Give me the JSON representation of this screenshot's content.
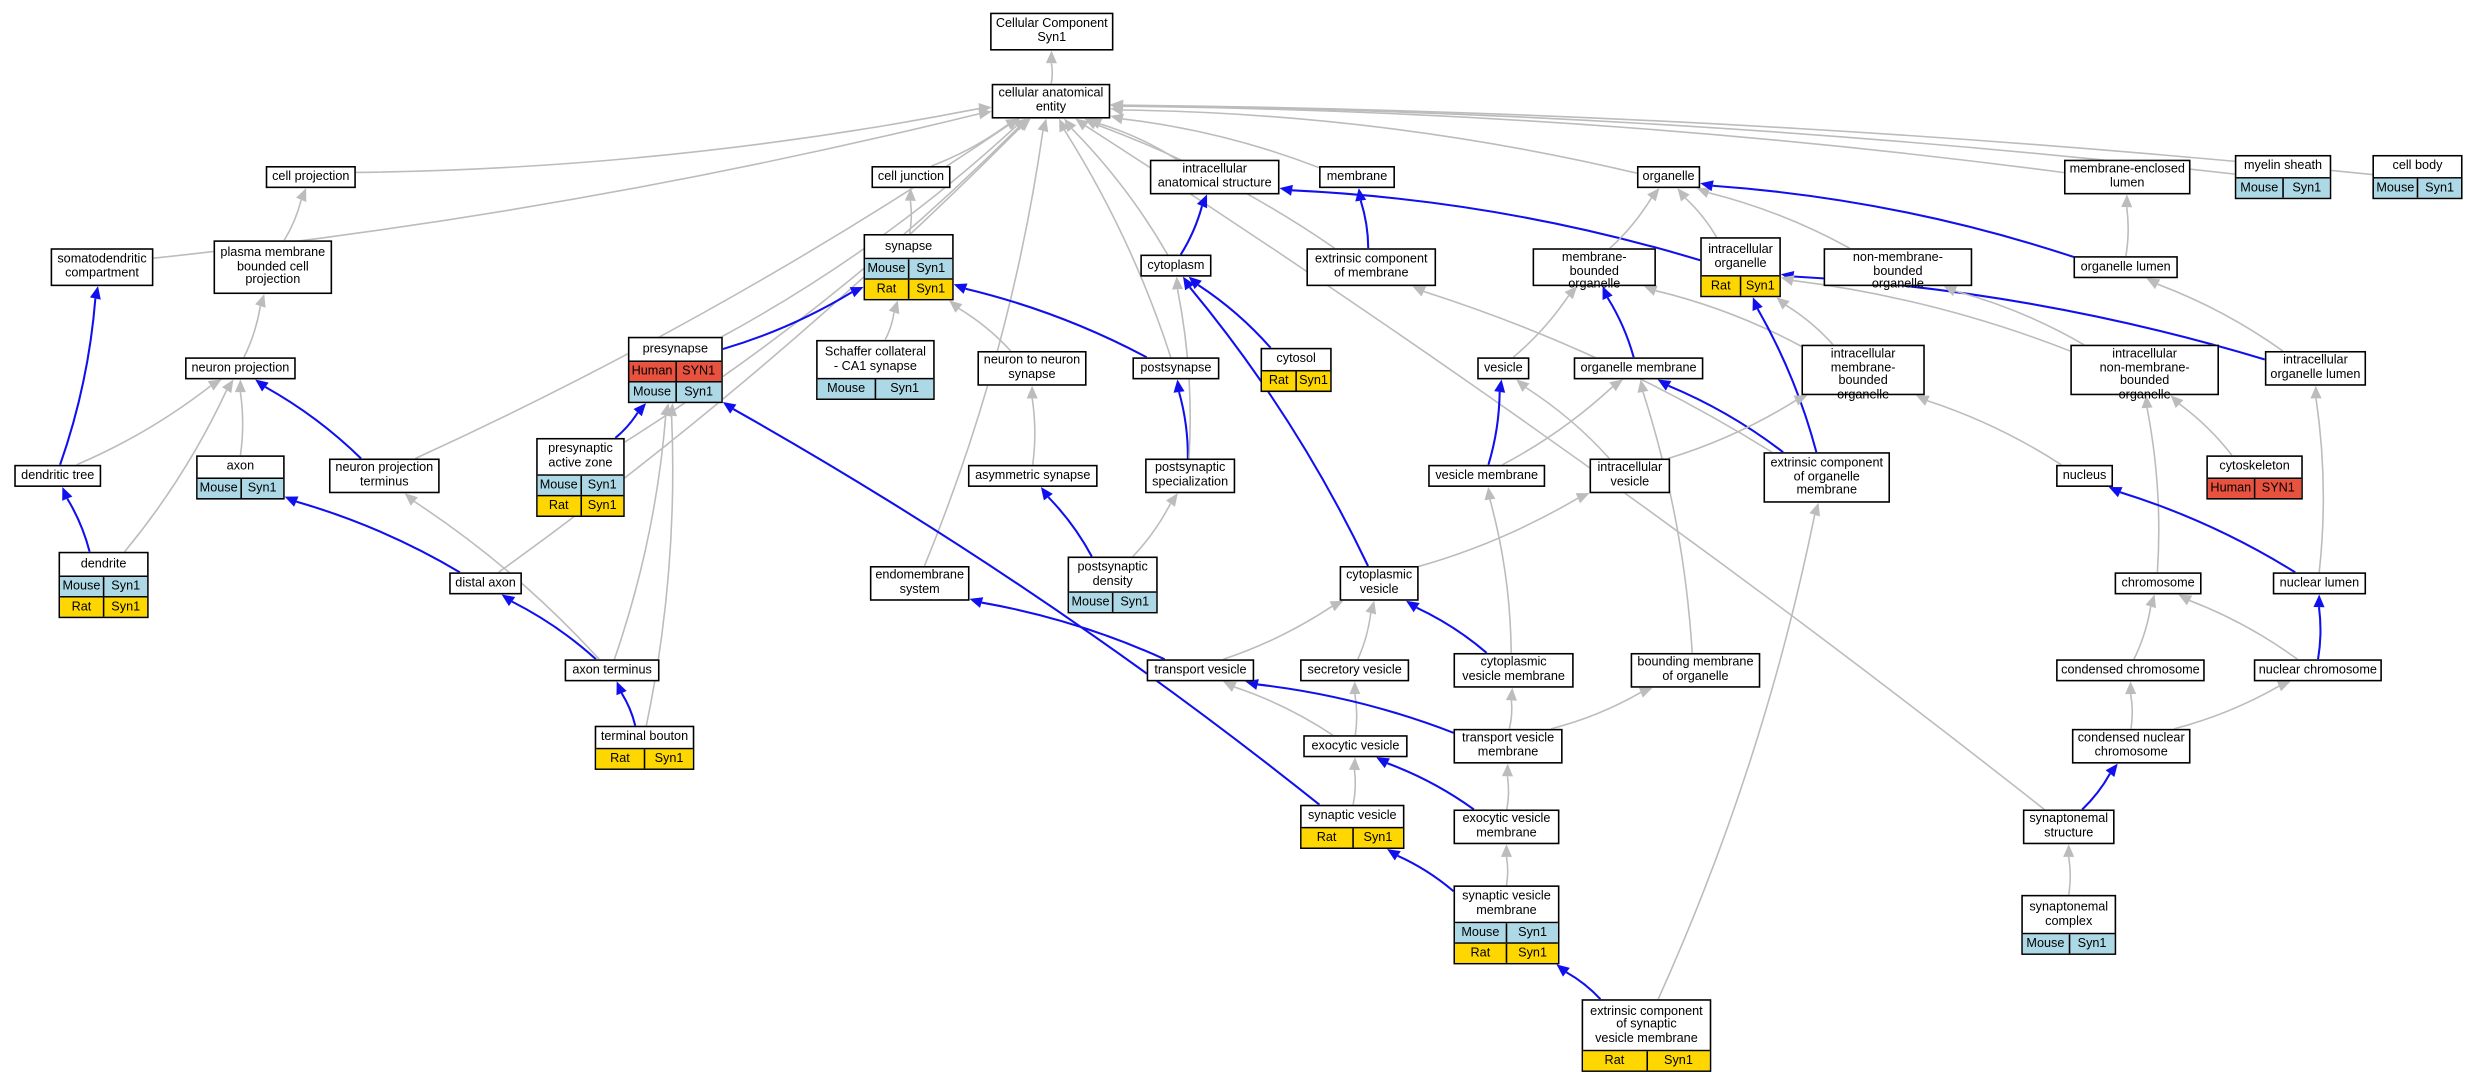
{
  "colors": {
    "blue": "#1010ee",
    "grey": "#bcbcbc",
    "mouse": "#add8e6",
    "rat": "#ffd700",
    "human": "#e8523f"
  },
  "nodes": {
    "root": {
      "label": "Cellular Component\nSyn1"
    },
    "cae": {
      "label": "cellular anatomical\nentity"
    },
    "cell_projection": {
      "label": "cell projection"
    },
    "cell_junction": {
      "label": "cell junction"
    },
    "ias": {
      "label": "intracellular\nanatomical structure"
    },
    "membrane": {
      "label": "membrane"
    },
    "organelle": {
      "label": "organelle"
    },
    "mel": {
      "label": "membrane-enclosed\nlumen"
    },
    "myelin": {
      "label": "myelin sheath",
      "tags": [
        {
          "species": "Mouse",
          "gene": "Syn1"
        }
      ]
    },
    "cellbody": {
      "label": "cell body",
      "tags": [
        {
          "species": "Mouse",
          "gene": "Syn1"
        }
      ]
    },
    "sdc": {
      "label": "somatodendritic\ncompartment"
    },
    "pmbcp": {
      "label": "plasma membrane\nbounded cell\nprojection"
    },
    "synapse": {
      "label": "synapse",
      "tags": [
        {
          "species": "Mouse",
          "gene": "Syn1"
        },
        {
          "species": "Rat",
          "gene": "Syn1"
        }
      ]
    },
    "cytoplasm": {
      "label": "cytoplasm"
    },
    "ecm": {
      "label": "extrinsic component\nof membrane"
    },
    "mbo": {
      "label": "membrane-bounded\norganelle"
    },
    "io": {
      "label": "intracellular\norganelle",
      "tags": [
        {
          "species": "Rat",
          "gene": "Syn1"
        }
      ]
    },
    "nmbo": {
      "label": "non-membrane-bounded\norganelle"
    },
    "olumen": {
      "label": "organelle lumen"
    },
    "neuronproj": {
      "label": "neuron projection"
    },
    "presynapse": {
      "label": "presynapse",
      "tags": [
        {
          "species": "Human",
          "gene": "SYN1"
        },
        {
          "species": "Mouse",
          "gene": "Syn1"
        }
      ]
    },
    "schaffer": {
      "label": "Schaffer collateral\n- CA1 synapse",
      "tags": [
        {
          "species": "Mouse",
          "gene": "Syn1"
        }
      ]
    },
    "n2n": {
      "label": "neuron to neuron\nsynapse"
    },
    "postsynapse": {
      "label": "postsynapse"
    },
    "cytosol": {
      "label": "cytosol",
      "tags": [
        {
          "species": "Rat",
          "gene": "Syn1"
        }
      ]
    },
    "vesicle": {
      "label": "vesicle"
    },
    "omembrane": {
      "label": "organelle membrane"
    },
    "imbo": {
      "label": "intracellular\nmembrane-bounded\norganelle"
    },
    "inmbo": {
      "label": "intracellular\nnon-membrane-bounded\norganelle"
    },
    "iol": {
      "label": "intracellular\norganelle lumen"
    },
    "dtree": {
      "label": "dendritic tree"
    },
    "axon": {
      "label": "axon",
      "tags": [
        {
          "species": "Mouse",
          "gene": "Syn1"
        }
      ]
    },
    "npt": {
      "label": "neuron projection\nterminus"
    },
    "paz": {
      "label": "presynaptic\nactive zone",
      "tags": [
        {
          "species": "Mouse",
          "gene": "Syn1"
        },
        {
          "species": "Rat",
          "gene": "Syn1"
        }
      ]
    },
    "asym": {
      "label": "asymmetric synapse"
    },
    "pss": {
      "label": "postsynaptic\nspecialization"
    },
    "vmem": {
      "label": "vesicle membrane"
    },
    "ivesicle": {
      "label": "intracellular\nvesicle"
    },
    "ecom": {
      "label": "extrinsic component\nof organelle\nmembrane"
    },
    "nucleus": {
      "label": "nucleus"
    },
    "cytoskeleton": {
      "label": "cytoskeleton",
      "tags": [
        {
          "species": "Human",
          "gene": "SYN1"
        }
      ]
    },
    "dendrite": {
      "label": "dendrite",
      "tags": [
        {
          "species": "Mouse",
          "gene": "Syn1"
        },
        {
          "species": "Rat",
          "gene": "Syn1"
        }
      ]
    },
    "psd": {
      "label": "postsynaptic\ndensity",
      "tags": [
        {
          "species": "Mouse",
          "gene": "Syn1"
        }
      ]
    },
    "daxon": {
      "label": "distal axon"
    },
    "endo": {
      "label": "endomembrane\nsystem"
    },
    "cytves": {
      "label": "cytoplasmic\nvesicle"
    },
    "chromosome": {
      "label": "chromosome"
    },
    "nlumen": {
      "label": "nuclear lumen"
    },
    "aterm": {
      "label": "axon terminus"
    },
    "tves": {
      "label": "transport vesicle"
    },
    "secves": {
      "label": "secretory vesicle"
    },
    "cvm": {
      "label": "cytoplasmic\nvesicle membrane"
    },
    "bmo": {
      "label": "bounding membrane\nof organelle"
    },
    "cchrom": {
      "label": "condensed chromosome"
    },
    "nchrom": {
      "label": "nuclear chromosome"
    },
    "tbouton": {
      "label": "terminal bouton",
      "tags": [
        {
          "species": "Rat",
          "gene": "Syn1"
        }
      ]
    },
    "exoves": {
      "label": "exocytic vesicle"
    },
    "tvm": {
      "label": "transport vesicle\nmembrane"
    },
    "cnc": {
      "label": "condensed nuclear\nchromosome"
    },
    "synves": {
      "label": "synaptic vesicle",
      "tags": [
        {
          "species": "Rat",
          "gene": "Syn1"
        }
      ]
    },
    "evm": {
      "label": "exocytic vesicle\nmembrane"
    },
    "synstruct": {
      "label": "synaptonemal\nstructure"
    },
    "svm": {
      "label": "synaptic vesicle\nmembrane",
      "tags": [
        {
          "species": "Mouse",
          "gene": "Syn1"
        },
        {
          "species": "Rat",
          "gene": "Syn1"
        }
      ]
    },
    "syncomplex": {
      "label": "synaptonemal\ncomplex",
      "tags": [
        {
          "species": "Mouse",
          "gene": "Syn1"
        }
      ]
    },
    "ecsvm": {
      "label": "extrinsic component\nof synaptic\nvesicle membrane",
      "tags": [
        {
          "species": "Rat",
          "gene": "Syn1"
        }
      ]
    }
  },
  "edges": [
    {
      "from": "cae",
      "to": "root",
      "type": "is_a"
    },
    {
      "from": "cell_projection",
      "to": "cae",
      "type": "is_a"
    },
    {
      "from": "cell_junction",
      "to": "cae",
      "type": "is_a"
    },
    {
      "from": "ias",
      "to": "cae",
      "type": "is_a"
    },
    {
      "from": "membrane",
      "to": "cae",
      "type": "is_a"
    },
    {
      "from": "organelle",
      "to": "cae",
      "type": "is_a"
    },
    {
      "from": "mel",
      "to": "cae",
      "type": "is_a"
    },
    {
      "from": "myelin",
      "to": "cae",
      "type": "is_a"
    },
    {
      "from": "cellbody",
      "to": "cae",
      "type": "is_a"
    },
    {
      "from": "sdc",
      "to": "cae",
      "type": "is_a"
    },
    {
      "from": "cytoplasm",
      "to": "cae",
      "type": "is_a"
    },
    {
      "from": "ecm",
      "to": "cae",
      "type": "is_a"
    },
    {
      "from": "presynapse",
      "to": "cae",
      "type": "is_a"
    },
    {
      "from": "paz",
      "to": "cae",
      "type": "is_a"
    },
    {
      "from": "npt",
      "to": "cae",
      "type": "is_a"
    },
    {
      "from": "daxon",
      "to": "cae",
      "type": "is_a"
    },
    {
      "from": "endo",
      "to": "cae",
      "type": "is_a"
    },
    {
      "from": "postsynapse",
      "to": "cae",
      "type": "is_a"
    },
    {
      "from": "synstruct",
      "to": "cae",
      "type": "is_a"
    },
    {
      "from": "pmbcp",
      "to": "cell_projection",
      "type": "is_a"
    },
    {
      "from": "neuronproj",
      "to": "pmbcp",
      "type": "is_a"
    },
    {
      "from": "synapse",
      "to": "cell_junction",
      "type": "is_a"
    },
    {
      "from": "schaffer",
      "to": "synapse",
      "type": "is_a"
    },
    {
      "from": "n2n",
      "to": "synapse",
      "type": "is_a"
    },
    {
      "from": "asym",
      "to": "n2n",
      "type": "is_a"
    },
    {
      "from": "cytoplasm",
      "to": "ias",
      "type": "part_of"
    },
    {
      "from": "io",
      "to": "ias",
      "type": "part_of"
    },
    {
      "from": "ecm",
      "to": "membrane",
      "type": "part_of"
    },
    {
      "from": "presynapse",
      "to": "synapse",
      "type": "part_of"
    },
    {
      "from": "postsynapse",
      "to": "synapse",
      "type": "part_of"
    },
    {
      "from": "cytosol",
      "to": "cytoplasm",
      "type": "part_of"
    },
    {
      "from": "cytves",
      "to": "cytoplasm",
      "type": "part_of"
    },
    {
      "from": "mbo",
      "to": "organelle",
      "type": "is_a"
    },
    {
      "from": "io",
      "to": "organelle",
      "type": "is_a"
    },
    {
      "from": "nmbo",
      "to": "organelle",
      "type": "is_a"
    },
    {
      "from": "olumen",
      "to": "organelle",
      "type": "part_of"
    },
    {
      "from": "olumen",
      "to": "mel",
      "type": "is_a"
    },
    {
      "from": "iol",
      "to": "olumen",
      "type": "is_a"
    },
    {
      "from": "iol",
      "to": "io",
      "type": "part_of"
    },
    {
      "from": "imbo",
      "to": "mbo",
      "type": "is_a"
    },
    {
      "from": "imbo",
      "to": "io",
      "type": "is_a"
    },
    {
      "from": "inmbo",
      "to": "nmbo",
      "type": "is_a"
    },
    {
      "from": "inmbo",
      "to": "io",
      "type": "is_a"
    },
    {
      "from": "vesicle",
      "to": "mbo",
      "type": "is_a"
    },
    {
      "from": "omembrane",
      "to": "mbo",
      "type": "part_of"
    },
    {
      "from": "ecom",
      "to": "io",
      "type": "part_of"
    },
    {
      "from": "ecom",
      "to": "omembrane",
      "type": "part_of"
    },
    {
      "from": "ecom",
      "to": "ecm",
      "type": "is_a"
    },
    {
      "from": "vmem",
      "to": "vesicle",
      "type": "part_of"
    },
    {
      "from": "vmem",
      "to": "omembrane",
      "type": "is_a"
    },
    {
      "from": "ivesicle",
      "to": "vesicle",
      "type": "is_a"
    },
    {
      "from": "ivesicle",
      "to": "imbo",
      "type": "is_a"
    },
    {
      "from": "cytves",
      "to": "ivesicle",
      "type": "is_a"
    },
    {
      "from": "nucleus",
      "to": "imbo",
      "type": "is_a"
    },
    {
      "from": "cytoskeleton",
      "to": "inmbo",
      "type": "is_a"
    },
    {
      "from": "chromosome",
      "to": "inmbo",
      "type": "is_a"
    },
    {
      "from": "nlumen",
      "to": "iol",
      "type": "is_a"
    },
    {
      "from": "nlumen",
      "to": "nucleus",
      "type": "part_of"
    },
    {
      "from": "nchrom",
      "to": "nlumen",
      "type": "part_of"
    },
    {
      "from": "nchrom",
      "to": "chromosome",
      "type": "is_a"
    },
    {
      "from": "cchrom",
      "to": "chromosome",
      "type": "is_a"
    },
    {
      "from": "cnc",
      "to": "cchrom",
      "type": "is_a"
    },
    {
      "from": "cnc",
      "to": "nchrom",
      "type": "is_a"
    },
    {
      "from": "synstruct",
      "to": "cnc",
      "type": "part_of"
    },
    {
      "from": "syncomplex",
      "to": "synstruct",
      "type": "is_a"
    },
    {
      "from": "dtree",
      "to": "sdc",
      "type": "part_of"
    },
    {
      "from": "dtree",
      "to": "neuronproj",
      "type": "is_a"
    },
    {
      "from": "axon",
      "to": "neuronproj",
      "type": "is_a"
    },
    {
      "from": "npt",
      "to": "neuronproj",
      "type": "part_of"
    },
    {
      "from": "dendrite",
      "to": "dtree",
      "type": "part_of"
    },
    {
      "from": "dendrite",
      "to": "neuronproj",
      "type": "is_a"
    },
    {
      "from": "daxon",
      "to": "axon",
      "type": "part_of"
    },
    {
      "from": "aterm",
      "to": "daxon",
      "type": "part_of"
    },
    {
      "from": "aterm",
      "to": "npt",
      "type": "is_a"
    },
    {
      "from": "aterm",
      "to": "presynapse",
      "type": "is_a"
    },
    {
      "from": "tbouton",
      "to": "aterm",
      "type": "part_of"
    },
    {
      "from": "tbouton",
      "to": "presynapse",
      "type": "is_a"
    },
    {
      "from": "paz",
      "to": "presynapse",
      "type": "part_of"
    },
    {
      "from": "pss",
      "to": "postsynapse",
      "type": "part_of"
    },
    {
      "from": "pss",
      "to": "cytoplasm",
      "type": "is_a"
    },
    {
      "from": "psd",
      "to": "asym",
      "type": "part_of"
    },
    {
      "from": "psd",
      "to": "pss",
      "type": "is_a"
    },
    {
      "from": "synves",
      "to": "presynapse",
      "type": "part_of"
    },
    {
      "from": "synves",
      "to": "exoves",
      "type": "is_a"
    },
    {
      "from": "tves",
      "to": "endo",
      "type": "part_of"
    },
    {
      "from": "tves",
      "to": "cytves",
      "type": "is_a"
    },
    {
      "from": "secves",
      "to": "cytves",
      "type": "is_a"
    },
    {
      "from": "cvm",
      "to": "cytves",
      "type": "part_of"
    },
    {
      "from": "cvm",
      "to": "vmem",
      "type": "is_a"
    },
    {
      "from": "bmo",
      "to": "omembrane",
      "type": "is_a"
    },
    {
      "from": "exoves",
      "to": "secves",
      "type": "is_a"
    },
    {
      "from": "exoves",
      "to": "tves",
      "type": "is_a"
    },
    {
      "from": "tvm",
      "to": "tves",
      "type": "part_of"
    },
    {
      "from": "tvm",
      "to": "cvm",
      "type": "is_a"
    },
    {
      "from": "tvm",
      "to": "bmo",
      "type": "is_a"
    },
    {
      "from": "evm",
      "to": "exoves",
      "type": "part_of"
    },
    {
      "from": "evm",
      "to": "tvm",
      "type": "is_a"
    },
    {
      "from": "svm",
      "to": "synves",
      "type": "part_of"
    },
    {
      "from": "svm",
      "to": "evm",
      "type": "is_a"
    },
    {
      "from": "ecsvm",
      "to": "svm",
      "type": "part_of"
    },
    {
      "from": "ecsvm",
      "to": "ecom",
      "type": "is_a"
    }
  ]
}
